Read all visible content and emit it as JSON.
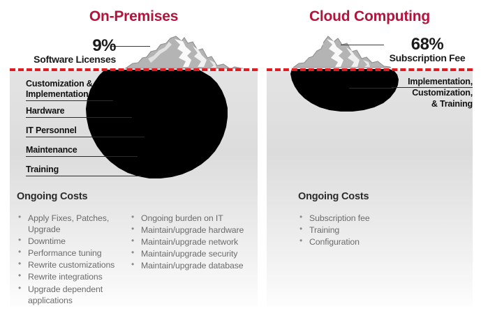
{
  "panels": {
    "left": {
      "title": "On-Premises",
      "callout": {
        "percent": "9%",
        "label": "Software Licenses"
      },
      "submerged_labels": [
        "Customization & Implementation",
        "Hardware",
        "IT Personnel",
        "Maintenance",
        "Training"
      ],
      "ongoing": {
        "heading": "Ongoing Costs",
        "column_1": [
          "Apply Fixes, Patches, Upgrade",
          "Downtime",
          "Performance tuning",
          "Rewrite customizations",
          "Rewrite integrations",
          "Upgrade dependent applications"
        ],
        "column_2": [
          "Ongoing burden on IT",
          "Maintain/upgrade hardware",
          "Maintain/upgrade network",
          "Maintain/upgrade security",
          "Maintain/upgrade database"
        ]
      }
    },
    "right": {
      "title": "Cloud Computing",
      "callout": {
        "percent": "68%",
        "label": "Subscription Fee"
      },
      "submerged_label_lines": [
        "Implementation,",
        "Customization,",
        "& Training"
      ],
      "ongoing": {
        "heading": "Ongoing Costs",
        "column_1": [
          "Subscription fee",
          "Training",
          "Configuration"
        ]
      }
    }
  },
  "colors": {
    "title_red": "#b4143c",
    "waterline_red": "#e01b22",
    "iceberg_above": "#b0b0b0",
    "iceberg_below": "#000000",
    "panel_bg_top": "#e3e3e3",
    "panel_bg_bottom": "#fdfdfd",
    "bullet_text": "#6b6b6b"
  },
  "icons": {
    "iceberg_above_water": "mountain-icon",
    "iceberg_below_water": "submerged-mass-icon",
    "waterline": "dashed-waterline-icon"
  }
}
